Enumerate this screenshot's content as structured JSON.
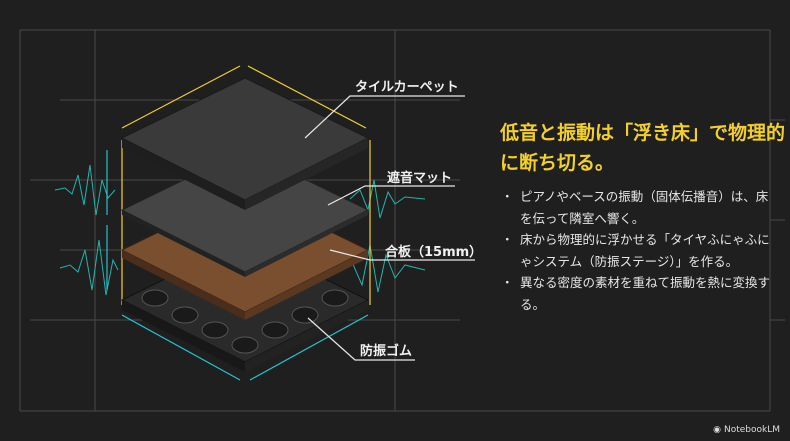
{
  "labels": {
    "carpet": "タイルカーペット",
    "mat": "遮音マット",
    "plywood": "合板（15mm）",
    "rubber": "防振ゴム"
  },
  "title": "低音と振動は「浮き床」で物理的に断ち切る。",
  "bullets": [
    "ピアノやベースの振動（固体伝播音）は、床を伝って隣室へ響く。",
    "床から物理的に浮かせる「タイヤふにゃふにゃシステム（防振ステージ）」を作る。",
    "異なる密度の素材を重ねて振動を熱に変換する。"
  ],
  "brand": "NotebookLM",
  "colors": {
    "background": "#1f1f1f",
    "accent": "#f2cf2c",
    "wave": "#1fb5ad",
    "dimension_cyan": "#22c6d0"
  }
}
